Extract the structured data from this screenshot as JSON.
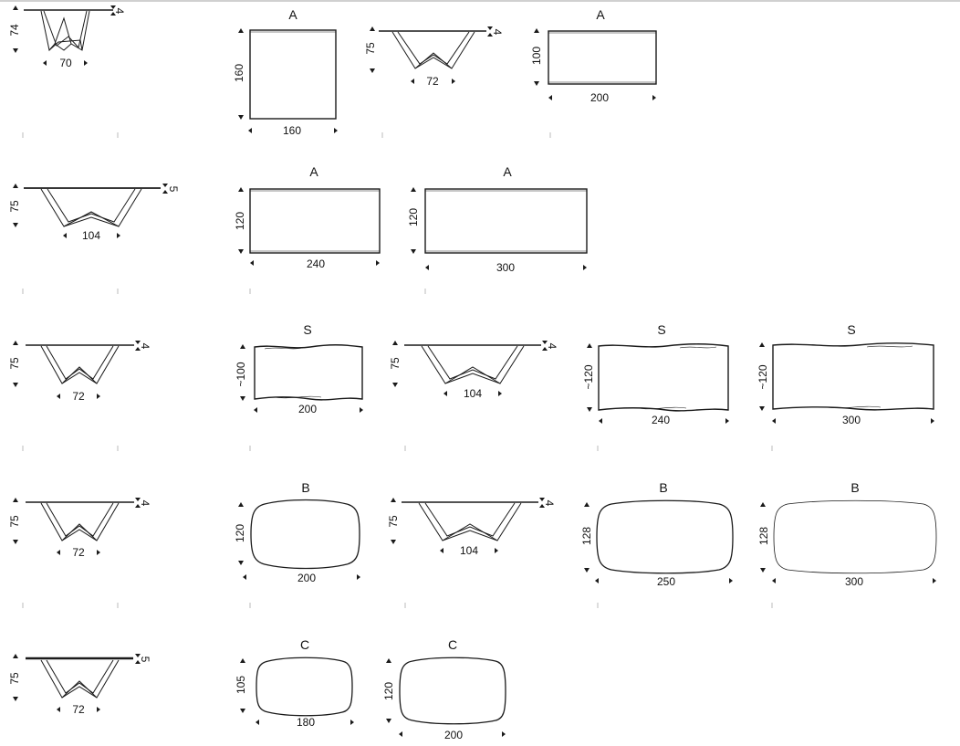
{
  "side_views": [
    {
      "height": "74",
      "thickness": "4",
      "base": "70"
    },
    {
      "height": "75",
      "thickness": "4",
      "base": "72"
    },
    {
      "height": "75",
      "thickness": "5",
      "base": "104"
    },
    {
      "height": "75",
      "thickness": "4",
      "base": "72"
    },
    {
      "height": "75",
      "thickness": "4",
      "base": "104"
    },
    {
      "height": "75",
      "thickness": "4",
      "base": "72"
    },
    {
      "height": "75",
      "thickness": "4",
      "base": "104"
    },
    {
      "height": "75",
      "thickness": "5",
      "base": "72"
    }
  ],
  "top_views": [
    {
      "shape": "A",
      "width": "160",
      "depth": "160"
    },
    {
      "shape": "A",
      "width": "200",
      "depth": "100"
    },
    {
      "shape": "A",
      "width": "240",
      "depth": "120"
    },
    {
      "shape": "A",
      "width": "300",
      "depth": "120"
    },
    {
      "shape": "S",
      "width": "200",
      "depth": "~100"
    },
    {
      "shape": "S",
      "width": "240",
      "depth": "~120"
    },
    {
      "shape": "S",
      "width": "300",
      "depth": "~120"
    },
    {
      "shape": "B",
      "width": "200",
      "depth": "120"
    },
    {
      "shape": "B",
      "width": "250",
      "depth": "128"
    },
    {
      "shape": "B",
      "width": "300",
      "depth": "128"
    },
    {
      "shape": "C",
      "width": "180",
      "depth": "105"
    },
    {
      "shape": "C",
      "width": "200",
      "depth": "120"
    }
  ]
}
